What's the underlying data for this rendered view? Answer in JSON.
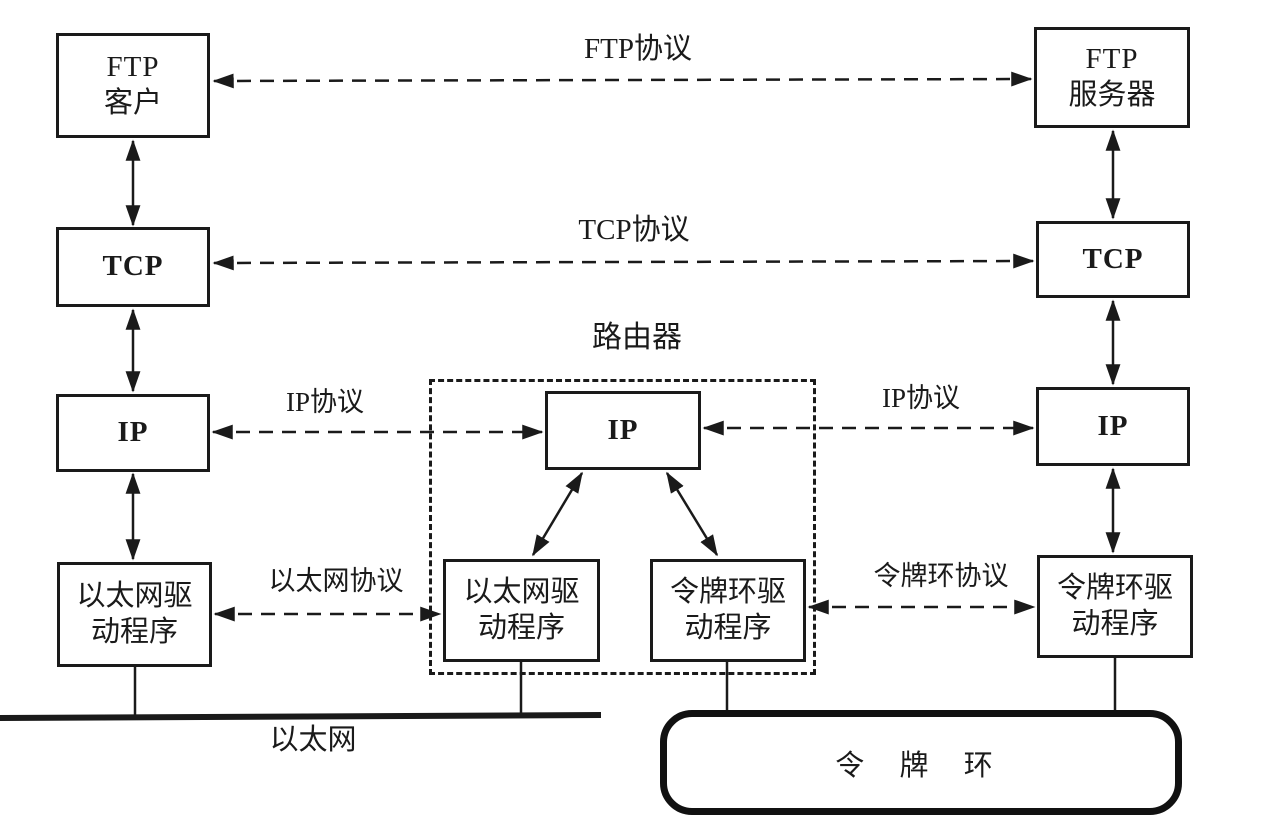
{
  "colors": {
    "ink": "#1a1a1a",
    "paper": "#ffffff"
  },
  "left_host": {
    "ftp": {
      "line1": "FTP",
      "line2": "客户"
    },
    "tcp": "TCP",
    "ip": "IP",
    "driver": {
      "line1": "以太网驱",
      "line2": "动程序"
    }
  },
  "router": {
    "title": "路由器",
    "ip": "IP",
    "eth_driver": {
      "line1": "以太网驱",
      "line2": "动程序"
    },
    "token_driver": {
      "line1": "令牌环驱",
      "line2": "动程序"
    }
  },
  "right_host": {
    "ftp": {
      "line1": "FTP",
      "line2": "服务器"
    },
    "tcp": "TCP",
    "ip": "IP",
    "driver": {
      "line1": "令牌环驱",
      "line2": "动程序"
    }
  },
  "protocols": {
    "ftp": "FTP协议",
    "tcp": "TCP协议",
    "ip_left": "IP协议",
    "ip_right": "IP协议",
    "ethernet": "以太网协议",
    "token_ring": "令牌环协议"
  },
  "networks": {
    "ethernet": "以太网",
    "token_ring": "令 牌 环"
  }
}
